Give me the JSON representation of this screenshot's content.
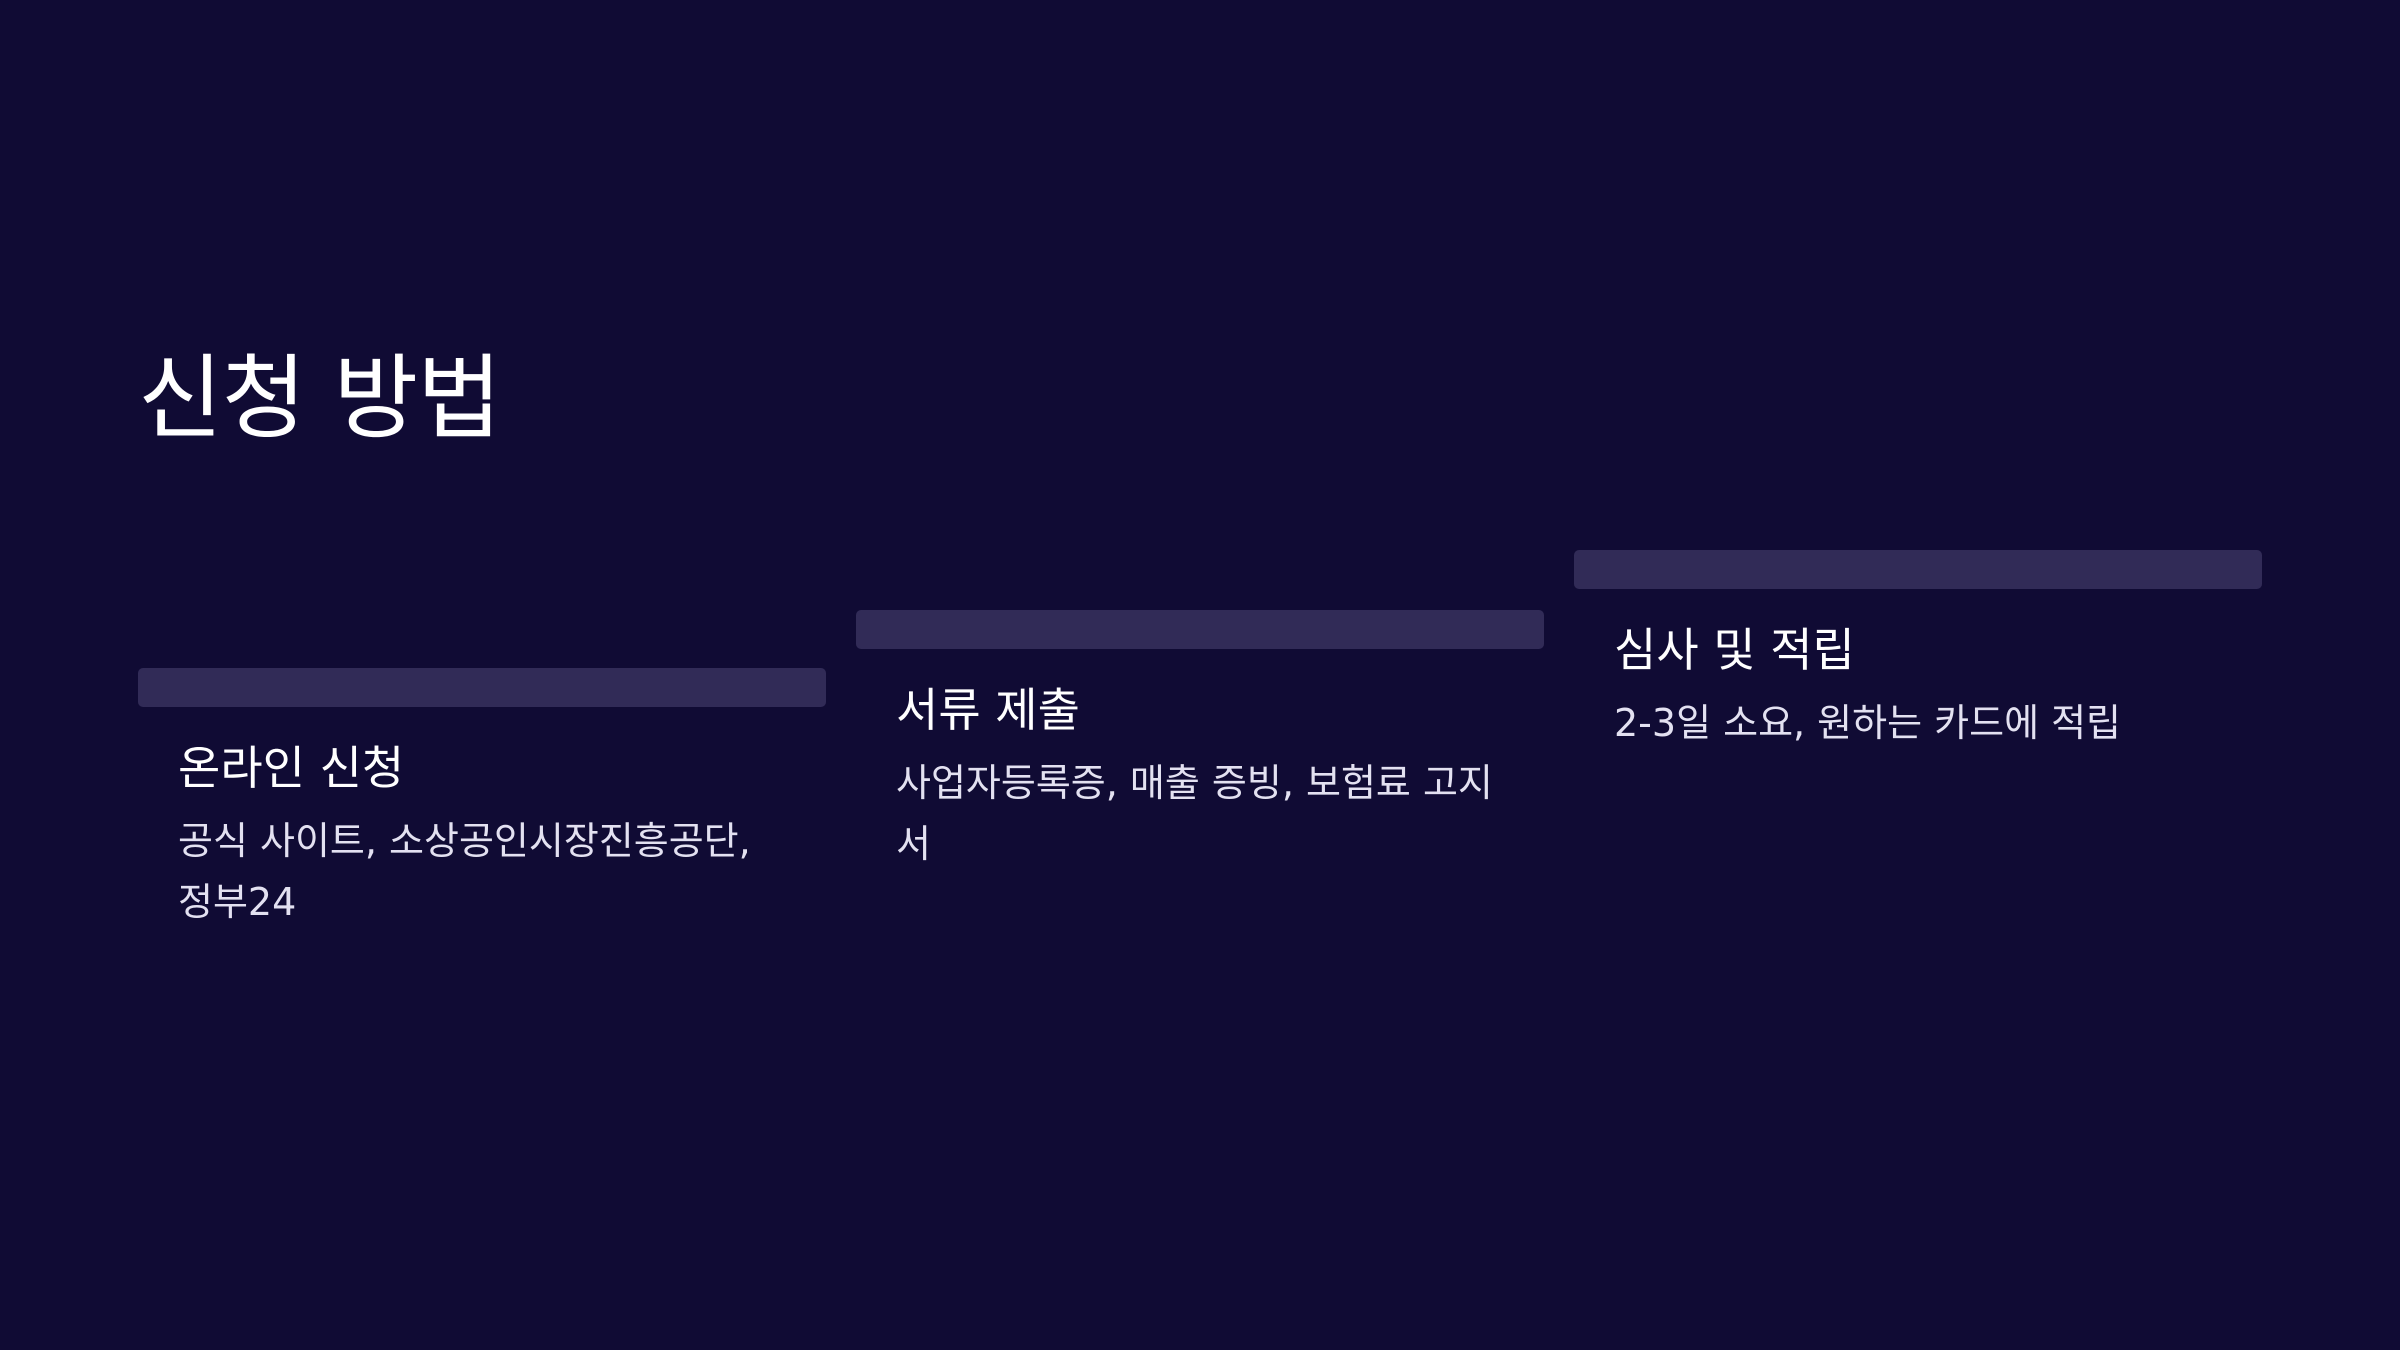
{
  "slide": {
    "title": "신청 방법"
  },
  "steps": [
    {
      "title": "온라인 신청",
      "description": "공식 사이트, 소상공인시장진흥공단, 정부24"
    },
    {
      "title": "서류 제출",
      "description": "사업자등록증, 매출 증빙, 보험료 고지서"
    },
    {
      "title": "심사 및 적립",
      "description": "2-3일 소요, 원하는 카드에 적립"
    }
  ],
  "colors": {
    "background": "#100b34",
    "bar": "#312b57",
    "text": "#ffffff"
  }
}
